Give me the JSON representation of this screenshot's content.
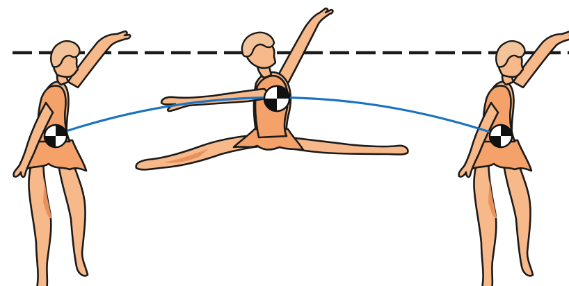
{
  "figure": {
    "colors": {
      "skin": "#f7b98a",
      "skin_shade": "#e8915a",
      "dress": "#f4a26a",
      "hair": "#f3c39a",
      "trajectory": "#1a73c0",
      "reference_line": "#1a1a1a",
      "center_marker_dark": "#111111",
      "center_marker_light": "#ffffff"
    },
    "dancers": [
      "standing-dancer-left",
      "leaping-dancer-center",
      "standing-dancer-right"
    ],
    "reference_line_style": "dashed",
    "trajectory_shape": "parabolic-arc"
  }
}
